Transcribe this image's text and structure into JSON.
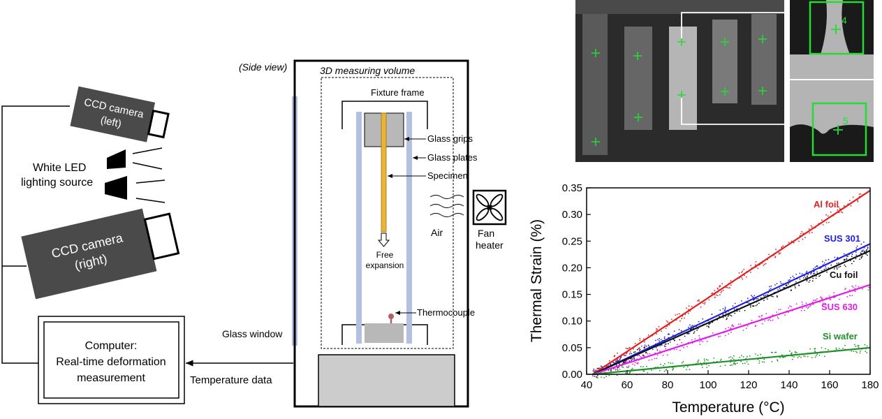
{
  "setup": {
    "cam_left_line1": "CCD camera",
    "cam_left_line2": "(left)",
    "led_line1": "White LED",
    "led_line2": "lighting source",
    "cam_right_line1": "CCD camera",
    "cam_right_line2": "(right)",
    "computer_line1": "Computer:",
    "computer_line2": "Real-time deformation",
    "computer_line3": "measurement",
    "temperature_data": "Temperature data",
    "glass_window": "Glass window",
    "side_view": "(Side view)",
    "measuring_volume": "3D measuring volume",
    "fixture_frame": "Fixture frame",
    "glass_grips": "Glass grips",
    "glass_plates": "Glass plates",
    "specimen": "Specimen",
    "free_line1": "Free",
    "free_line2": "expansion",
    "thermocouple": "Thermocouple",
    "air": "Air",
    "fan_line1": "Fan",
    "fan_line2": "heater"
  },
  "photo": {
    "marker_top": "4",
    "marker_bottom": "5"
  },
  "colors": {
    "camera_body": "#4a4a4a",
    "glass": "#b4c0e0",
    "specimen": "#e8b43a",
    "thermocouple": "#b06060",
    "marker": "#22dd33"
  },
  "chart_data": {
    "type": "scatter",
    "xlabel": "Temperature (°C)",
    "ylabel": "Thermal Strain (%)",
    "xlim": [
      40,
      180
    ],
    "ylim": [
      0,
      0.35
    ],
    "xticks": [
      40,
      60,
      80,
      100,
      120,
      140,
      160,
      180
    ],
    "yticks": [
      0.0,
      0.05,
      0.1,
      0.15,
      0.2,
      0.25,
      0.3,
      0.35
    ],
    "grid": false,
    "series": [
      {
        "name": "Al foil",
        "color": "#e02020",
        "x": [
          43,
          180
        ],
        "y": [
          0.0,
          0.345
        ]
      },
      {
        "name": "SUS 301",
        "color": "#2020e0",
        "x": [
          43,
          180
        ],
        "y": [
          0.0,
          0.245
        ]
      },
      {
        "name": "Cu foil",
        "color": "#111111",
        "x": [
          43,
          180
        ],
        "y": [
          0.0,
          0.232
        ]
      },
      {
        "name": "SUS 630",
        "color": "#e020e0",
        "x": [
          43,
          180
        ],
        "y": [
          0.0,
          0.168
        ]
      },
      {
        "name": "Si wafer",
        "color": "#20902a",
        "x": [
          43,
          180
        ],
        "y": [
          0.0,
          0.05
        ]
      }
    ]
  }
}
